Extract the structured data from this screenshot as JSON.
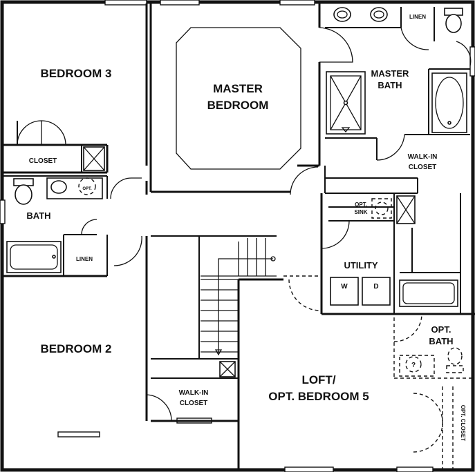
{
  "rooms": {
    "bedroom3": "BEDROOM 3",
    "master_line1": "MASTER",
    "master_line2": "BEDROOM",
    "linen_top": "LINEN",
    "master_bath_line1": "MASTER",
    "master_bath_line2": "BATH",
    "closet": "CLOSET",
    "walkin_top_line1": "WALK-IN",
    "walkin_top_line2": "CLOSET",
    "bath": "BATH",
    "opt_small": "OPT.",
    "opt_sink_line1": "OPT.",
    "opt_sink_line2": "SINK",
    "linen_mid": "LINEN",
    "utility": "UTILITY",
    "washer": "W",
    "dryer": "D",
    "opt_bath_line1": "OPT.",
    "opt_bath_line2": "BATH",
    "bedroom2": "BEDROOM 2",
    "walkin_bottom_line1": "WALK-IN",
    "walkin_bottom_line2": "CLOSET",
    "loft_line1": "LOFT/",
    "loft_line2": "OPT. BEDROOM 5",
    "opt_closet": "OPT. CLOSET",
    "opt_toilet_mark": "?"
  }
}
